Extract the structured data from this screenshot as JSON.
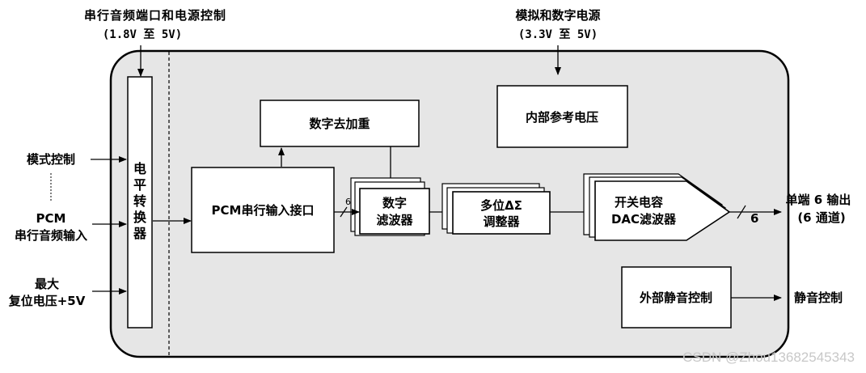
{
  "top_left_label": {
    "line1": "串行音频端口和电源控制",
    "line2": "(1.8V 至 5V)"
  },
  "top_right_label": {
    "line1": "模拟和数字电源",
    "line2": "(3.3V 至 5V)"
  },
  "left_inputs": {
    "mode_control": "模式控制",
    "pcm_line1": "PCM",
    "pcm_line2": "串行音频输入",
    "max_line1": "最大",
    "max_line2": "复位电压+5V"
  },
  "level_shifter": [
    "电",
    "平",
    "转",
    "换",
    "器"
  ],
  "blocks": {
    "deemphasis": "数字去加重",
    "pcm_interface": "PCM串行输入接口",
    "digital_filter_line1": "数字",
    "digital_filter_line2": "滤波器",
    "modulator_line1": "多位ΔΣ",
    "modulator_line2": "调整器",
    "dac_filter_line1": "开关电容",
    "dac_filter_line2": "DAC滤波器",
    "internal_ref": "内部参考电压",
    "external_mute": "外部静音控制"
  },
  "bus_width_1": "6",
  "bus_width_2": "6",
  "outputs": {
    "single_end_line1": "单端 6 输出",
    "single_end_line2": "(6 通道)",
    "mute": "静音控制"
  },
  "watermark": "CSDN @Zhou13682545343"
}
